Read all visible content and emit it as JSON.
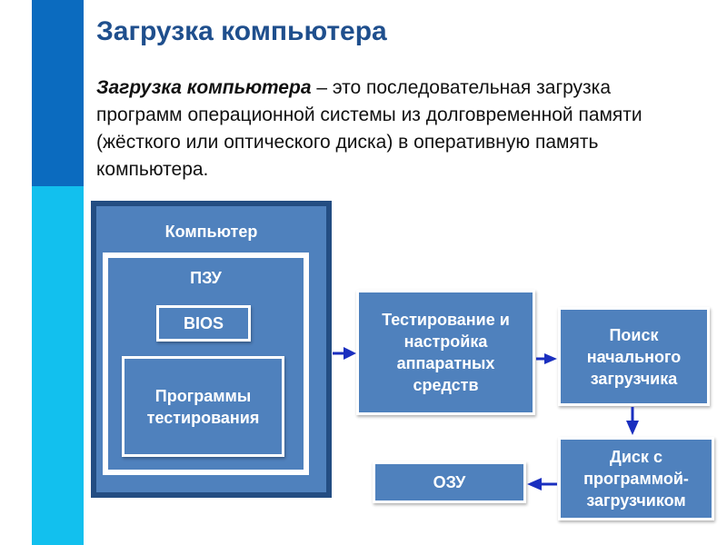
{
  "title": "Загрузка компьютера",
  "definition": {
    "term": "Загрузка компьютера",
    "text": " – это последовательная загрузка программ операционной системы из долговременной памяти (жёсткого или оптического диска) в оперативную память компьютера."
  },
  "diagram": {
    "computer": "Компьютер",
    "rom": "ПЗУ",
    "bios": "BIOS",
    "test_programs": "Программы тестирования",
    "step_testing": "Тестирование и настройка аппаратных средств",
    "step_search": "Поиск начального загрузчика",
    "step_disk": "Диск с программой-загрузчиком",
    "ram": "ОЗУ"
  },
  "colors": {
    "box": "#4f81bd",
    "border": "#234d82",
    "arrow": "#1a2fbf",
    "title": "#1f4f8d"
  }
}
